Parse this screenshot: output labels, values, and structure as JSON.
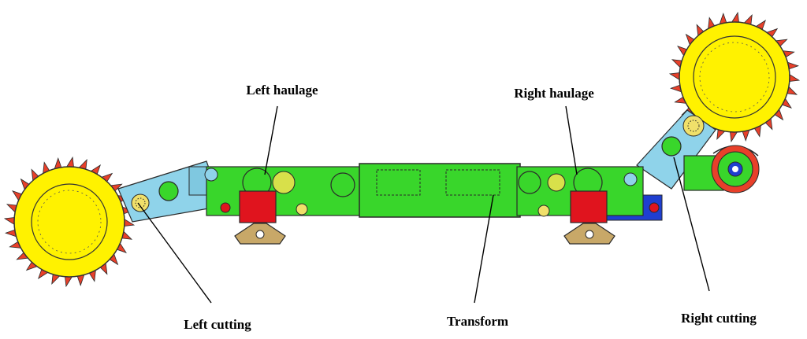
{
  "labels": {
    "left_haulage": "Left haulage",
    "right_haulage": "Right haulage",
    "left_cutting": "Left cutting",
    "transform": "Transform",
    "right_cutting": "Right cutting"
  },
  "colors": {
    "drum_yellow": "#fff200",
    "pick_red": "#e8402a",
    "body_green": "#39d62b",
    "arm_blue": "#8fd3ea",
    "motor_red": "#e0141e",
    "skid_tan": "#c8a868",
    "dark_blue": "#1f3fd0",
    "outline": "#2a2a2a"
  }
}
